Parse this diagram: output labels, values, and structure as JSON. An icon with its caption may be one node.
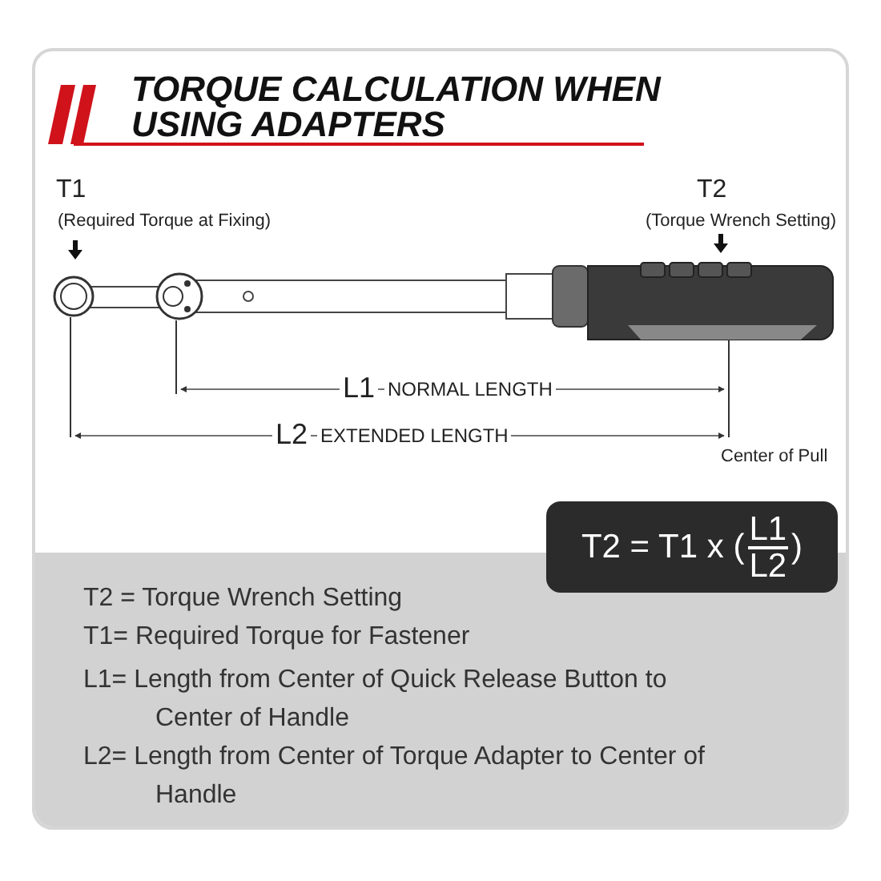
{
  "diagram": {
    "title": "TORQUE CALCULATION WHEN USING ADAPTERS",
    "nodes": [
      {
        "text": [
          "T2 = T1 x (",
          "L1",
          "L2",
          ")"
        ]
      }
    ],
    "labels": [
      "T1",
      "(Required Torque at Fixing)",
      "T2",
      "(Torque Wrench Setting)",
      "L1",
      "NORMAL LENGTH",
      "L2",
      "EXTENDED LENGTH",
      "Center of Pull",
      "T2 = Torque Wrench Setting",
      "T1= Required Torque for Fastener",
      "L1= Length from Center of Quick Release Button to Center of Handle",
      "L2= Length from Center of Torque Adapter to Center of Handle"
    ]
  }
}
